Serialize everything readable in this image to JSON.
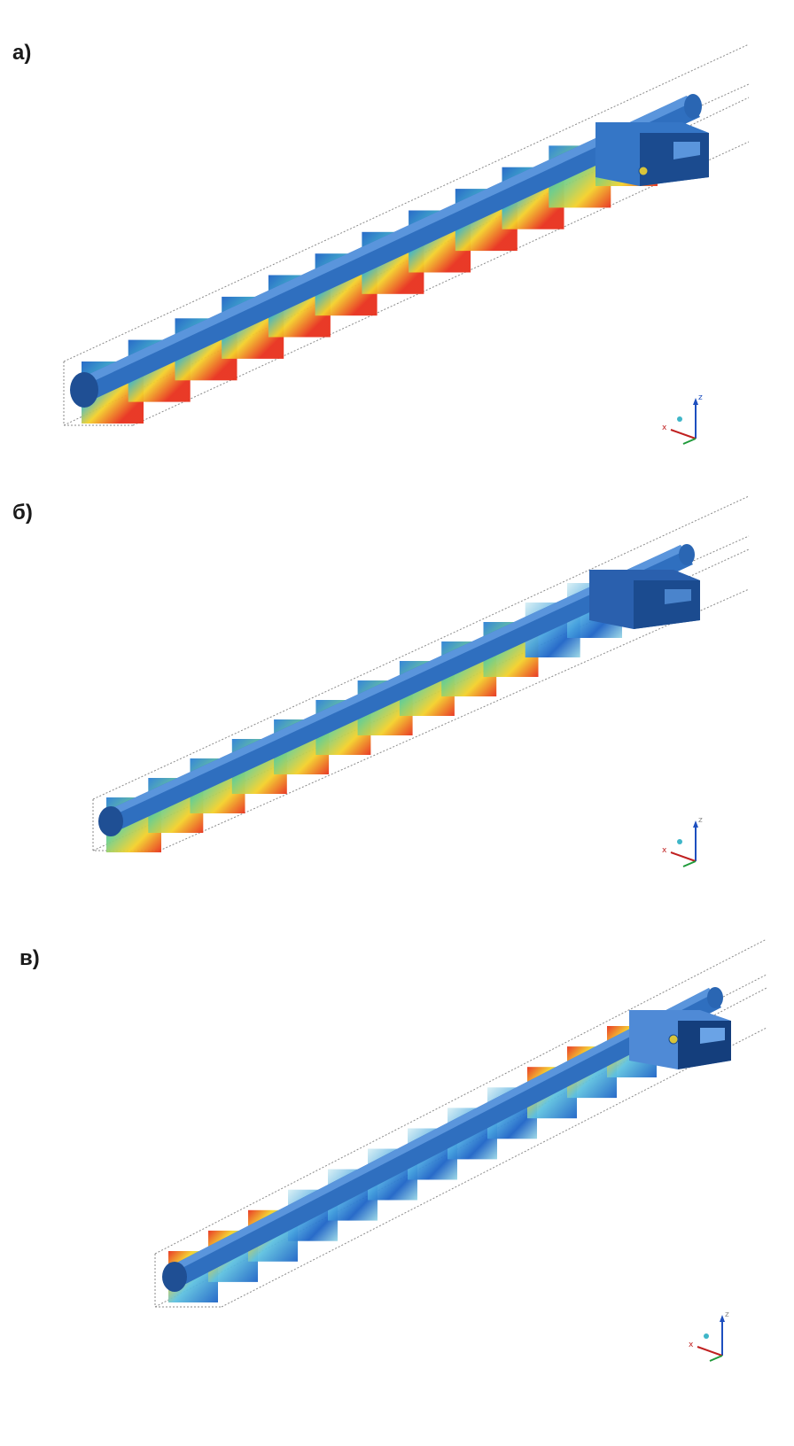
{
  "panels": [
    {
      "label": "а)",
      "axes": {
        "z": "z",
        "x": "x"
      }
    },
    {
      "label": "б)",
      "axes": {
        "z": "z",
        "x": "x"
      }
    },
    {
      "label": "в)",
      "axes": {
        "z": "z",
        "x": "x"
      }
    }
  ],
  "colors": {
    "pipe": "#2f6fbf",
    "pipe_dark": "#1f4f94",
    "pipe_light": "#5a95dc",
    "housing": "#3576c6",
    "housing_dark": "#1b4b8f",
    "field_high": "#e8301c",
    "field_mid": "#f4d12a",
    "field_low": "#1d63c6",
    "grid_line": "#8a8a8a"
  }
}
